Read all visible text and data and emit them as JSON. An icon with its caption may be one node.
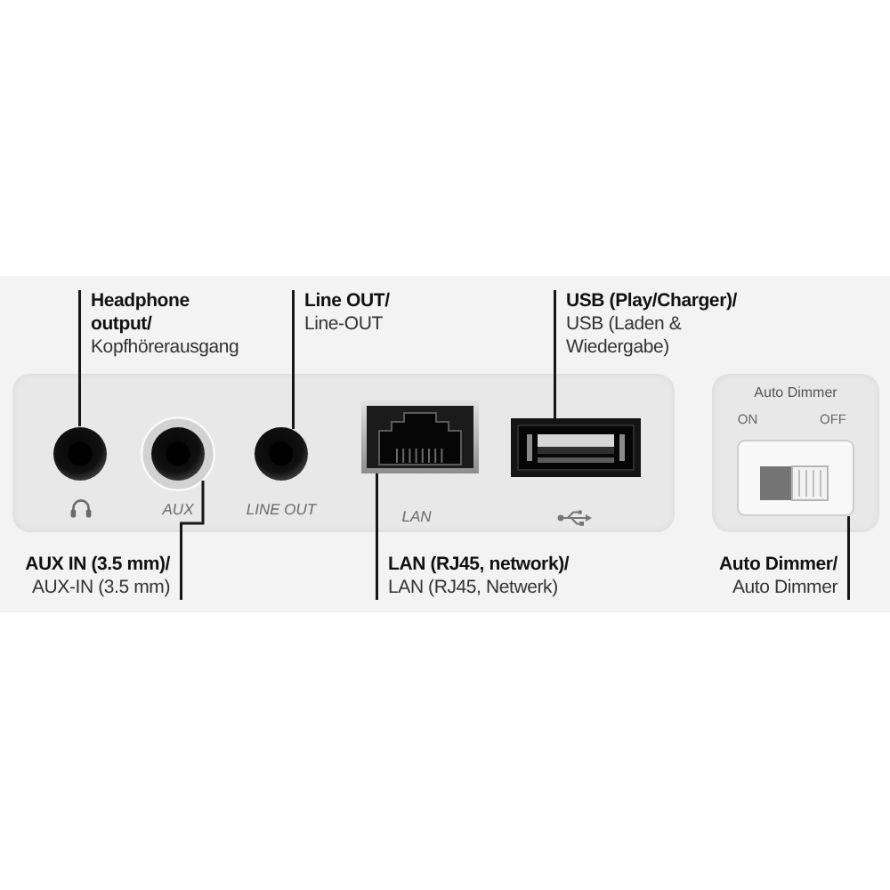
{
  "diagram": {
    "nodes": [
      {
        "text": [
          "Headphone output/",
          "Kopfhörerausgang"
        ]
      },
      {
        "text": [
          "Line OUT/",
          "Line-OUT"
        ]
      },
      {
        "text": [
          "USB (Play/Charger)/",
          "USB (Laden & Wiedergabe)"
        ]
      },
      {
        "text": [],
        "shape": "box"
      },
      {
        "text": [],
        "shape": "circle",
        "in": 3
      },
      {
        "text": [],
        "shape": "circle",
        "in": 3,
        "beside": [
          "AUX"
        ]
      },
      {
        "text": [],
        "shape": "circle",
        "in": 3,
        "beside": [
          "LINE OUT"
        ]
      },
      {
        "text": [],
        "shape": "picture",
        "in": 3,
        "beside": [
          "LAN"
        ]
      },
      {
        "text": [],
        "shape": "picture",
        "in": 3
      },
      {
        "text": [
          "Auto Dimmer",
          "ON",
          "OFF"
        ]
      },
      {
        "text": [],
        "shape": "picture",
        "in": 9
      },
      {
        "text": [
          "AUX IN (3.5 mm)/",
          "AUX-IN (3.5 mm)"
        ]
      },
      {
        "text": [
          "LAN (RJ45, network)/",
          "LAN (RJ45, Netwerk)"
        ]
      },
      {
        "text": [
          "Auto Dimmer/",
          "Auto Dimmer"
        ]
      }
    ],
    "edges": [
      {
        "from": 0,
        "to": 4,
        "arrow": "none"
      },
      {
        "from": 1,
        "to": 6,
        "arrow": "none"
      },
      {
        "from": 2,
        "to": 8,
        "arrow": "none"
      },
      {
        "from": 11,
        "to": 5,
        "arrow": "none"
      },
      {
        "from": 12,
        "to": 7,
        "arrow": "none"
      },
      {
        "from": 13,
        "to": 10,
        "arrow": "none"
      }
    ]
  }
}
